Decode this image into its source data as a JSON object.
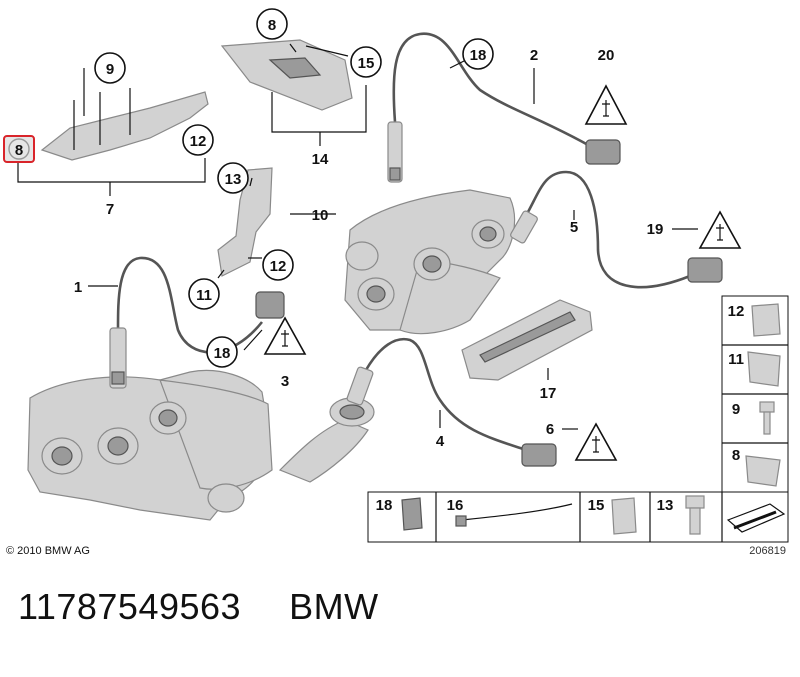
{
  "diagram": {
    "copyright": "© 2010 BMW AG",
    "image_number": "206819",
    "highlighted_callout": "8",
    "callouts": {
      "c8_top": "8",
      "c9": "9",
      "c15": "15",
      "c18_top": "18",
      "c2": "2",
      "c20": "20",
      "c8_left": "8",
      "c12_top": "12",
      "c14": "14",
      "c7": "7",
      "c13": "13",
      "c10": "10",
      "c12_mid": "12",
      "c11": "11",
      "c1": "1",
      "c18_mid": "18",
      "c3": "3",
      "c5": "5",
      "c19": "19",
      "c17": "17",
      "c4": "4",
      "c6": "6"
    },
    "legend_side": [
      "12",
      "11",
      "9",
      "8"
    ],
    "legend_bottom": [
      "18",
      "16",
      "15",
      "13"
    ]
  },
  "footer": {
    "part_number": "11787549563",
    "brand": "BMW"
  },
  "colors": {
    "highlight_border": "#d9242a",
    "highlight_fill": "#e6e6e6",
    "part_fill": "#d2d2d2"
  }
}
